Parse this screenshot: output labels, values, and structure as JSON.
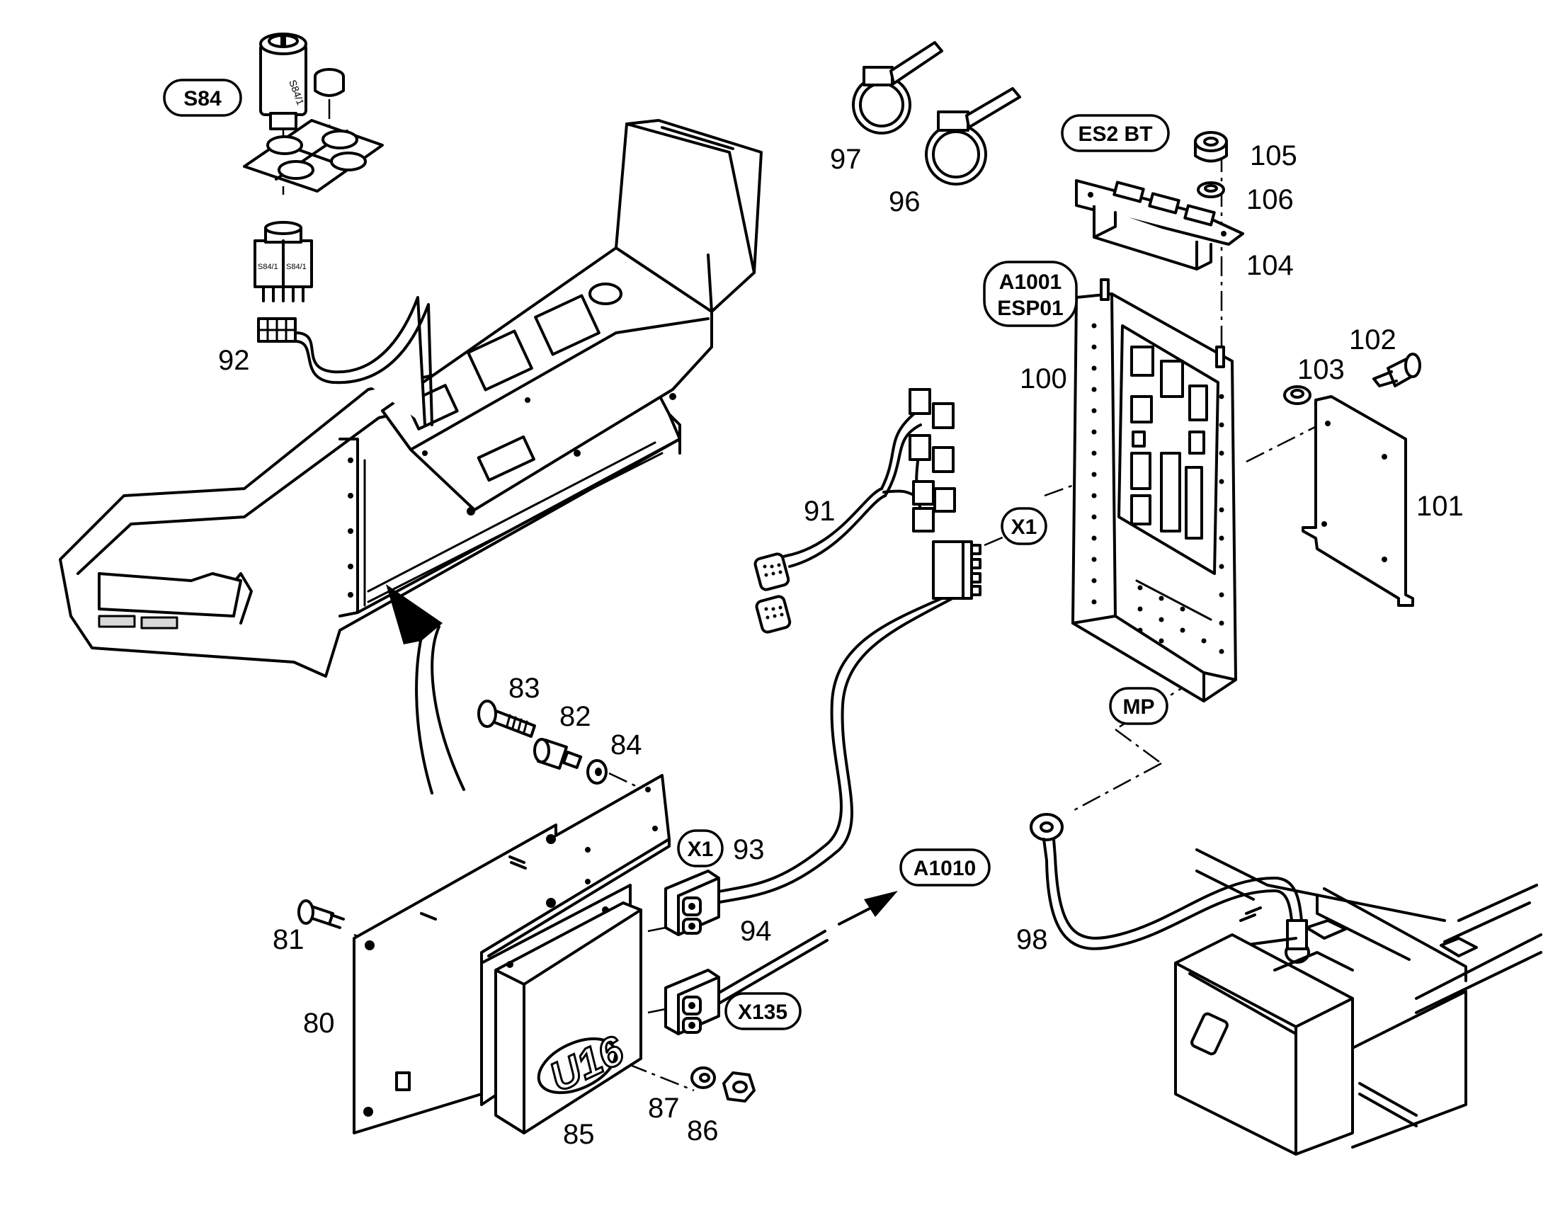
{
  "tags": {
    "S84": "S84",
    "ES2BT": "ES2 BT",
    "A1001": "A1001",
    "ESP01": "ESP01",
    "X1_top": "X1",
    "MP": "MP",
    "X1_bottom": "X1",
    "A1010": "A1010",
    "X135": "X135"
  },
  "module_label": "U16",
  "switch_print": {
    "cap": "S84/1",
    "body_left": "S84/1",
    "body_right": "S84/1"
  },
  "callouts": [
    "80",
    "81",
    "82",
    "83",
    "84",
    "85",
    "86",
    "87",
    "91",
    "92",
    "93",
    "94",
    "96",
    "97",
    "98",
    "100",
    "101",
    "102",
    "103",
    "104",
    "105",
    "106"
  ]
}
